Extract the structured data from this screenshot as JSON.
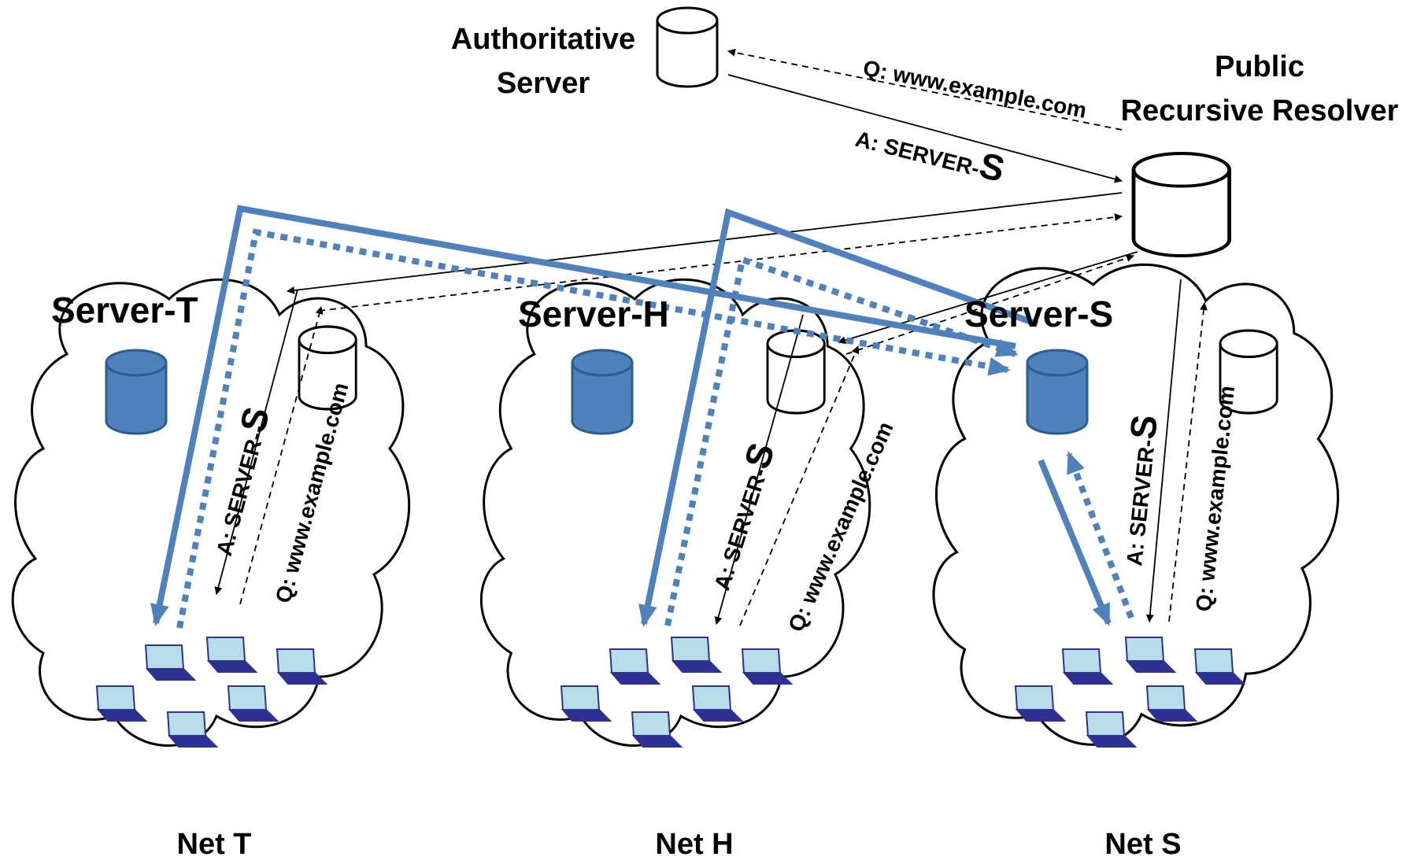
{
  "labels": {
    "authoritative_server": [
      "Authoritative",
      "Server"
    ],
    "public_resolver": [
      "Public",
      "Recursive Resolver"
    ],
    "server_t": "Server-T",
    "server_h": "Server-H",
    "server_s": "Server-S",
    "net_t": "Net T",
    "net_h": "Net H",
    "net_s": "Net S"
  },
  "messages": {
    "query_prefix": "Q: ",
    "query_domain": "www.example.com",
    "answer_prefix": "A: SERVER-",
    "answer_server": "S"
  },
  "colors": {
    "blue_fill": "#4f81bd",
    "laptop_screen": "#b7dde8",
    "laptop_frame": "#2e3192"
  }
}
